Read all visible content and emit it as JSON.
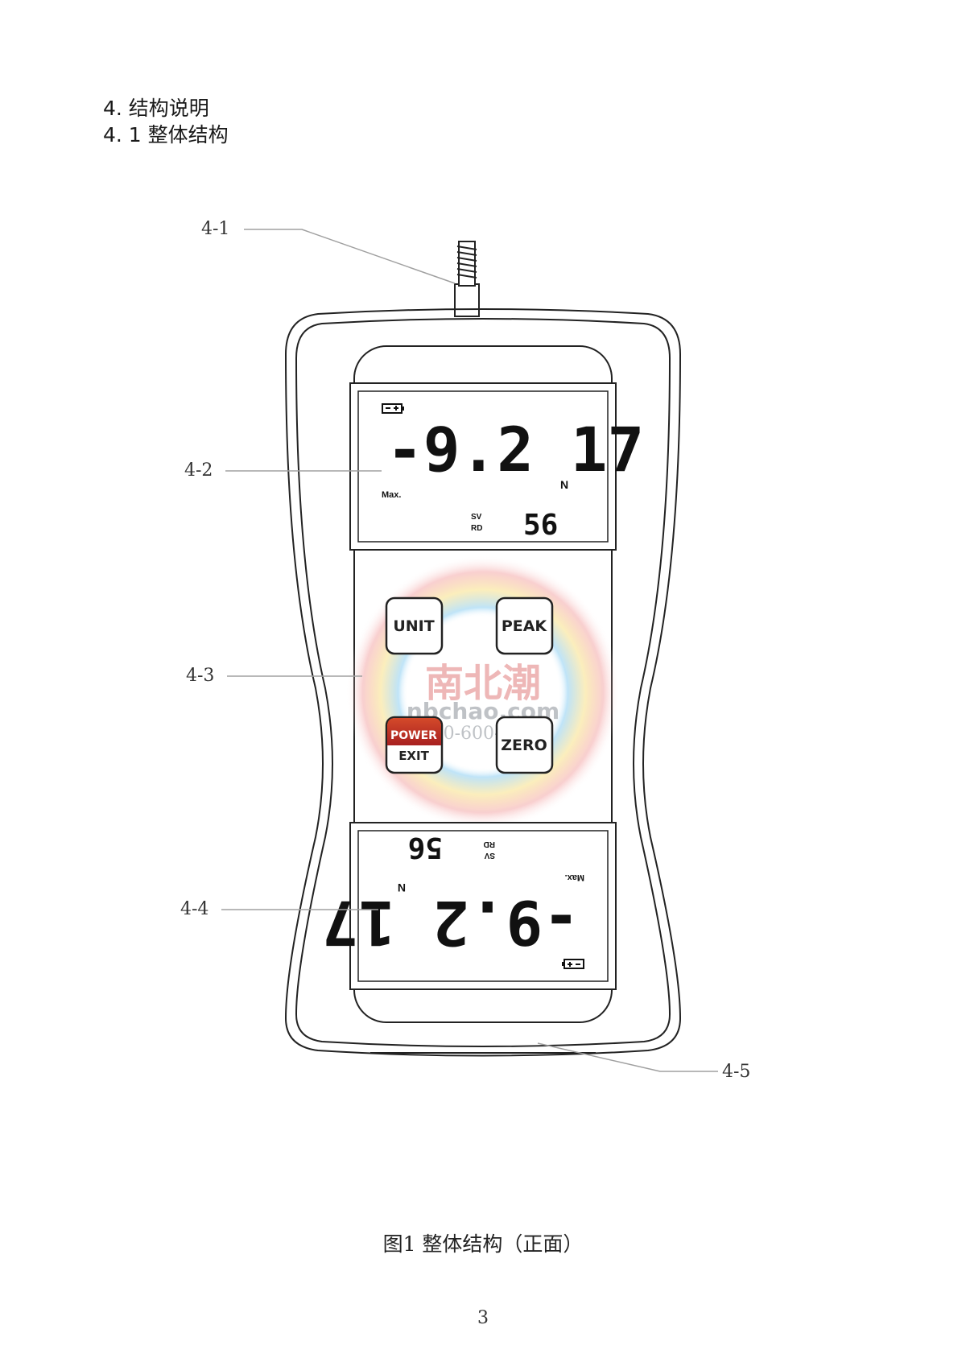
{
  "section": {
    "title": "4. 结构说明",
    "subtitle": "4. 1  整体结构"
  },
  "callouts": {
    "c1": "4-1",
    "c2": "4-2",
    "c3": "4-3",
    "c4": "4-4",
    "c5": "4-5"
  },
  "display_top": {
    "reading": "-9.2 17",
    "unit": "N",
    "max_label": "Max.",
    "sv_label": "SV",
    "rd_label": "RD",
    "small_value": "56"
  },
  "display_bottom": {
    "reading": "-9.2 17",
    "unit": "N",
    "max_label": "Max.",
    "sv_label": "SV",
    "rd_label": "RD",
    "small_value": "56"
  },
  "buttons": {
    "unit": "UNIT",
    "peak": "PEAK",
    "power": "POWER",
    "exit": "EXIT",
    "zero": "ZERO"
  },
  "watermark": {
    "brand": "南北潮",
    "site": "nbchao.com",
    "phone": "400-600-7498"
  },
  "caption": "图1  整体结构（正面）",
  "page_number": "3",
  "colors": {
    "power_button": "#c0392b",
    "outline": "#222222",
    "leader": "#999999"
  }
}
